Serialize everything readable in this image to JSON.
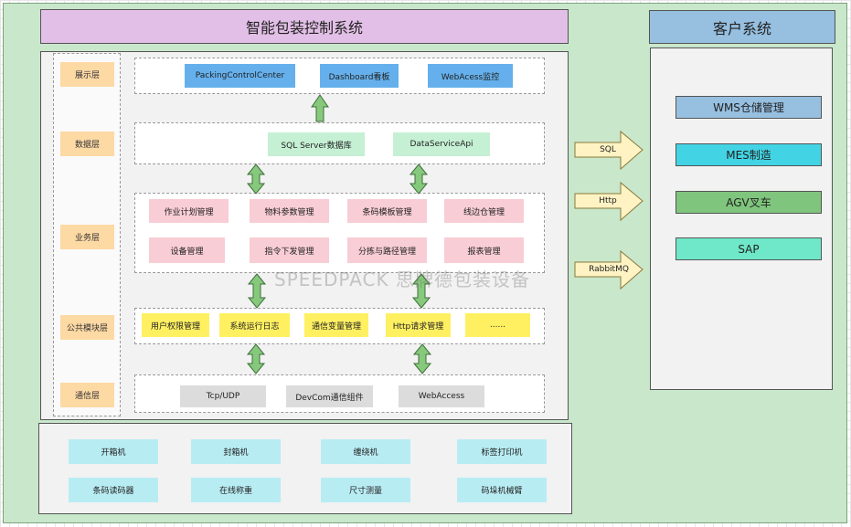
{
  "title": "智能包装控制系统",
  "client_title": "客户系统",
  "layers": [
    "展示层",
    "数据层",
    "业务层",
    "公共模块层",
    "通信层"
  ],
  "presentation": [
    "PackingControlCenter",
    "Dashboard看板",
    "WebAcess监控"
  ],
  "data_layer": [
    "SQL Server数据库",
    "DataServiceApi"
  ],
  "business": [
    "作业计划管理",
    "物料参数管理",
    "条码模板管理",
    "线边仓管理",
    "设备管理",
    "指令下发管理",
    "分拣与路径管理",
    "报表管理"
  ],
  "common": [
    "用户权限管理",
    "系统运行日志",
    "通信变量管理",
    "Http请求管理",
    "......"
  ],
  "communication": [
    "Tcp/UDP",
    "DevCom通信组件",
    "WebAccess"
  ],
  "devices": [
    "开箱机",
    "封箱机",
    "缠绕机",
    "标签打印机",
    "条码读码器",
    "在线称重",
    "尺寸测量",
    "码垛机械臂"
  ],
  "protocols": [
    "SQL",
    "Http",
    "RabbitMQ"
  ],
  "clients": [
    "WMS仓储管理",
    "MES制造",
    "AGV叉车",
    "SAP"
  ],
  "watermark": "SPEEDPACK 思牌德包装设备"
}
